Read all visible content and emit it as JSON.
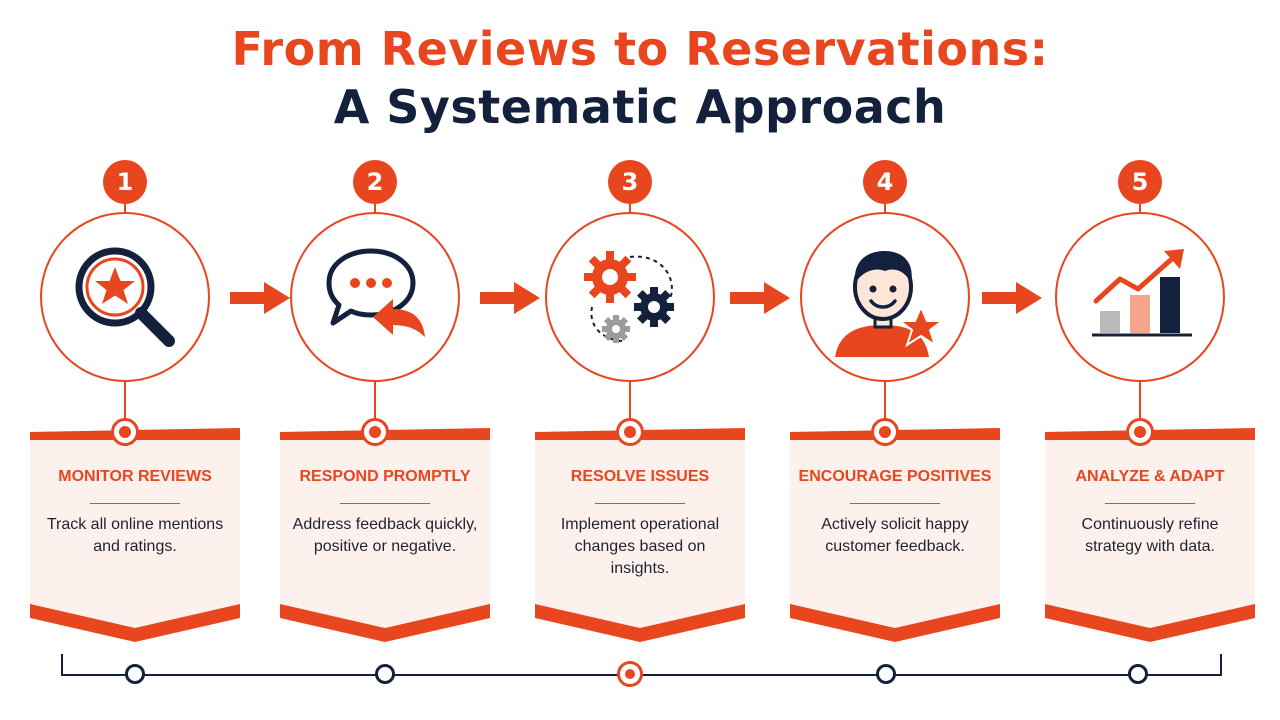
{
  "title": {
    "line1": "From Reviews to Reservations:",
    "line2": "A Systematic Approach"
  },
  "colors": {
    "accent": "#e8461e",
    "navy": "#14213d",
    "card_bg": "#fdf1ee",
    "gray": "#9b9b9b",
    "peach": "#f4a58c"
  },
  "steps": [
    {
      "number": "1",
      "title": "MONITOR REVIEWS",
      "desc": "Track all online mentions and ratings.",
      "icon": "magnifier-star-icon"
    },
    {
      "number": "2",
      "title": "RESPOND PROMPTLY",
      "desc": "Address feedback quickly, positive or negative.",
      "icon": "chat-reply-icon"
    },
    {
      "number": "3",
      "title": "RESOLVE ISSUES",
      "desc": "Implement operational changes based on insights.",
      "icon": "gears-icon"
    },
    {
      "number": "4",
      "title": "ENCOURAGE POSITIVES",
      "desc": "Actively solicit happy customer feedback.",
      "icon": "happy-customer-star-icon"
    },
    {
      "number": "5",
      "title": "ANALYZE & ADAPT",
      "desc": "Continuously refine strategy with data.",
      "icon": "growth-chart-icon"
    }
  ]
}
